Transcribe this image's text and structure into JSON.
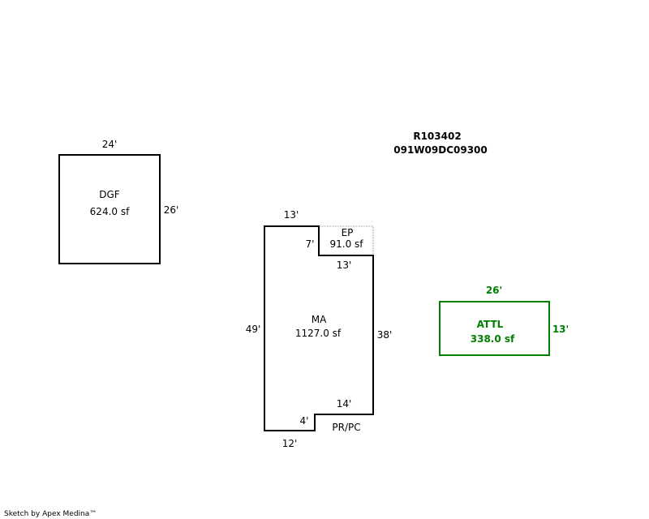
{
  "header": {
    "parcel_id": "R103402",
    "map_number": "091W09DC09300"
  },
  "dgf": {
    "code": "DGF",
    "area": "624.0 sf",
    "dim_top": "24'",
    "dim_right": "26'"
  },
  "ma": {
    "code": "MA",
    "area": "1127.0 sf",
    "dim_top": "13'",
    "dim_left": "49'",
    "dim_right": "38'",
    "dim_notch_vertical": "7'",
    "dim_notch_horizontal": "13'",
    "dim_lower_right": "14'",
    "dim_step": "4'",
    "dim_bottom": "12'"
  },
  "ep": {
    "code": "EP",
    "area": "91.0 sf"
  },
  "prpc": {
    "code": "PR/PC"
  },
  "attl": {
    "code": "ATTL",
    "area": "338.0 sf",
    "dim_top": "26'",
    "dim_right": "13'",
    "color": "#008000"
  },
  "footer": {
    "credit": "Sketch by Apex Medina™"
  }
}
